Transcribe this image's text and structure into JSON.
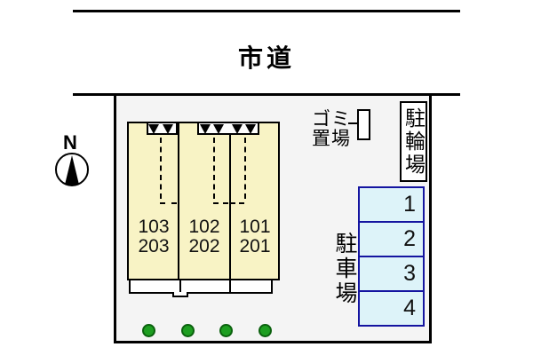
{
  "road": {
    "label": "市道"
  },
  "compass": {
    "label": "N"
  },
  "site": {
    "building": {
      "units": [
        {
          "room_1f": "103",
          "room_2f": "203"
        },
        {
          "room_1f": "102",
          "room_2f": "202"
        },
        {
          "room_1f": "101",
          "room_2f": "201"
        }
      ]
    },
    "garbage_area": {
      "label_line1": "ゴミ",
      "label_line2": "置場"
    },
    "bicycle_parking": {
      "label": "駐輪場"
    },
    "car_parking": {
      "label": "駐車場",
      "spaces": [
        "1",
        "2",
        "3",
        "4"
      ]
    }
  },
  "colors": {
    "building_fill": "#f8f3c5",
    "site_fill": "#f4f4f4",
    "parking_fill": "#ddf3f9",
    "parking_border": "#1414a0",
    "tree_green": "#1d9e20",
    "line_black": "#000000"
  }
}
